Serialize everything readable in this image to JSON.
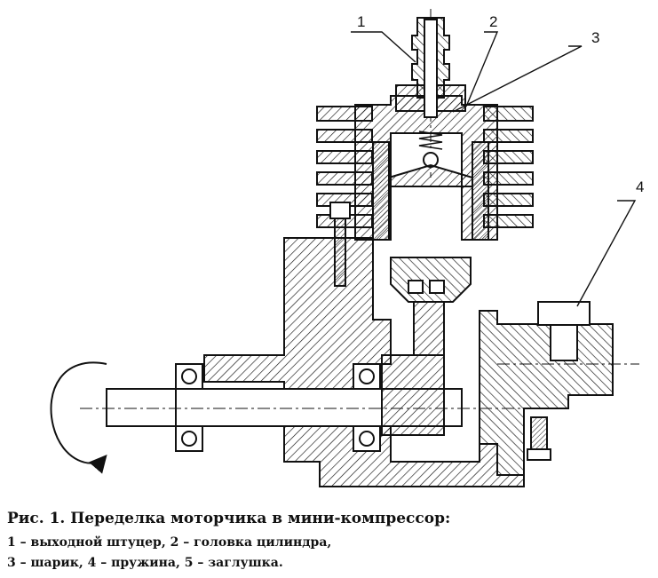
{
  "callouts": [
    {
      "id": "1",
      "label": "1"
    },
    {
      "id": "2",
      "label": "2"
    },
    {
      "id": "3",
      "label": "3"
    },
    {
      "id": "4",
      "label": "4"
    }
  ],
  "caption": {
    "title": "Рис. 1. Переделка моторчика в мини-компрессор:",
    "line1": "1 – выходной штуцер, 2 – головка цилиндра,",
    "line2": "3 – шарик, 4 – пружина, 5 – заглушка."
  }
}
